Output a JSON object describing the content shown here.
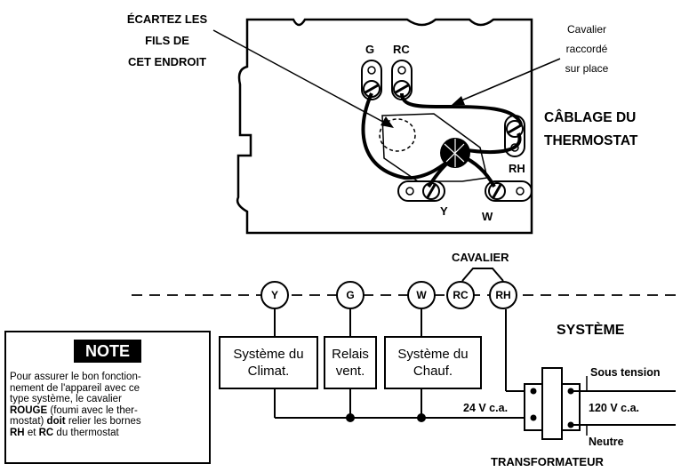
{
  "thermostat": {
    "spread_wires_label": [
      "ÉCARTEZ LES",
      "FILS DE",
      "CET ENDROIT"
    ],
    "field_jumper_label": [
      "Cavalier",
      "raccordé",
      "sur place"
    ],
    "wiring_title": [
      "CÂBLAGE DU",
      "THERMOSTAT"
    ],
    "terminals": {
      "g": "G",
      "rc": "RC",
      "rh": "RH",
      "y": "Y",
      "w": "W"
    }
  },
  "system": {
    "jumper_label": "CAVALIER",
    "system_label": "SYSTÈME",
    "terminals": {
      "y": "Y",
      "g": "G",
      "w": "W",
      "rc": "RC",
      "rh": "RH"
    },
    "boxes": {
      "cooling": [
        "Système du",
        "Climat."
      ],
      "fan_relay": [
        "Relais",
        "vent."
      ],
      "heating": [
        "Système du",
        "Chauf."
      ]
    },
    "transformer": {
      "secondary": "24 V c.a.",
      "primary": "120 V c.a.",
      "live": "Sous tension",
      "neutral": "Neutre",
      "label": "TRANSFORMATEUR"
    }
  },
  "note": {
    "title": "NOTE",
    "line1": "Pour assurer le bon fonction-",
    "line2": "nement de l'appareil avec ce",
    "line3": "type système, le cavalier",
    "bold1": "ROUGE",
    "line4": " (foumi avec le ther-",
    "line5": "mostat) ",
    "bold2": "doit",
    "line6": " relier les bornes",
    "bold3": "RH",
    "line7": " et ",
    "bold4": "RC",
    "line8": " du thermostat"
  }
}
